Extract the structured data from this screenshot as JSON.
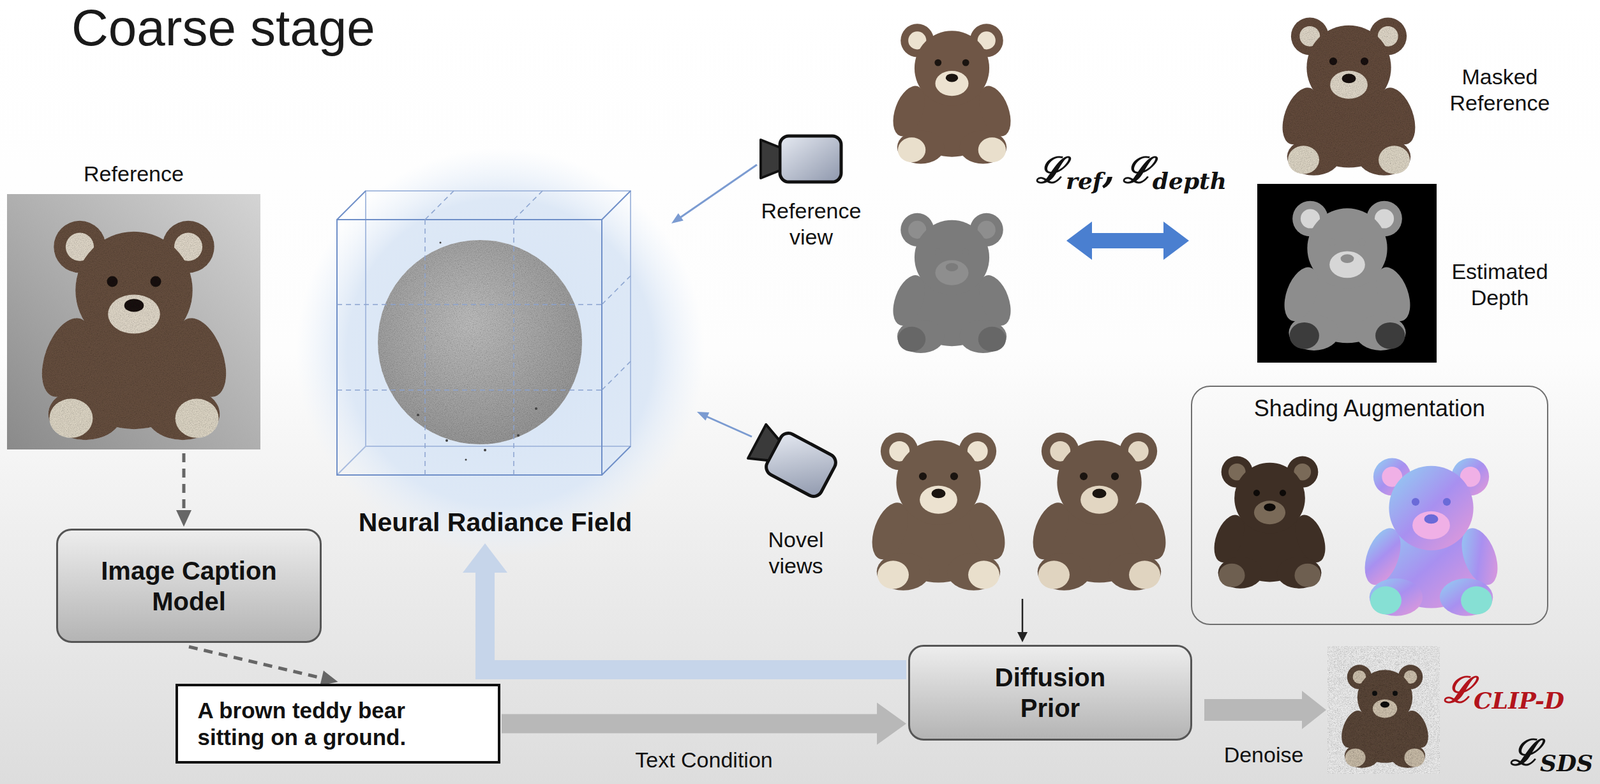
{
  "diagram": {
    "title": "Coarse stage",
    "nodes": [
      {
        "text": [
          "Reference"
        ]
      },
      {
        "text": [
          "Neural Radiance Field"
        ]
      },
      {
        "text": [
          "Shading Augmentation"
        ]
      },
      {
        "text": [
          "Image Caption Model"
        ]
      },
      {
        "text": [
          "A brown teddy bear sitting on a ground."
        ]
      },
      {
        "text": [
          "Diffusion Prior"
        ]
      }
    ],
    "edges": [
      {
        "from": 0,
        "to": 3,
        "arrow": "to"
      },
      {
        "from": 3,
        "to": 4,
        "arrow": "to"
      },
      {
        "from": 4,
        "to": 5,
        "arrow": "to",
        "label": "Text Condition"
      },
      {
        "from": 5,
        "to": 1,
        "arrow": "to"
      }
    ],
    "labels": [
      "Reference view",
      "ℒ",
      "ref",
      ",",
      "ℒ",
      "depth",
      "Masked Reference",
      "Estimated Depth",
      "Novel views",
      "Denoise",
      "ℒ",
      "CLIP-D",
      "ℒ",
      "SDS"
    ]
  }
}
